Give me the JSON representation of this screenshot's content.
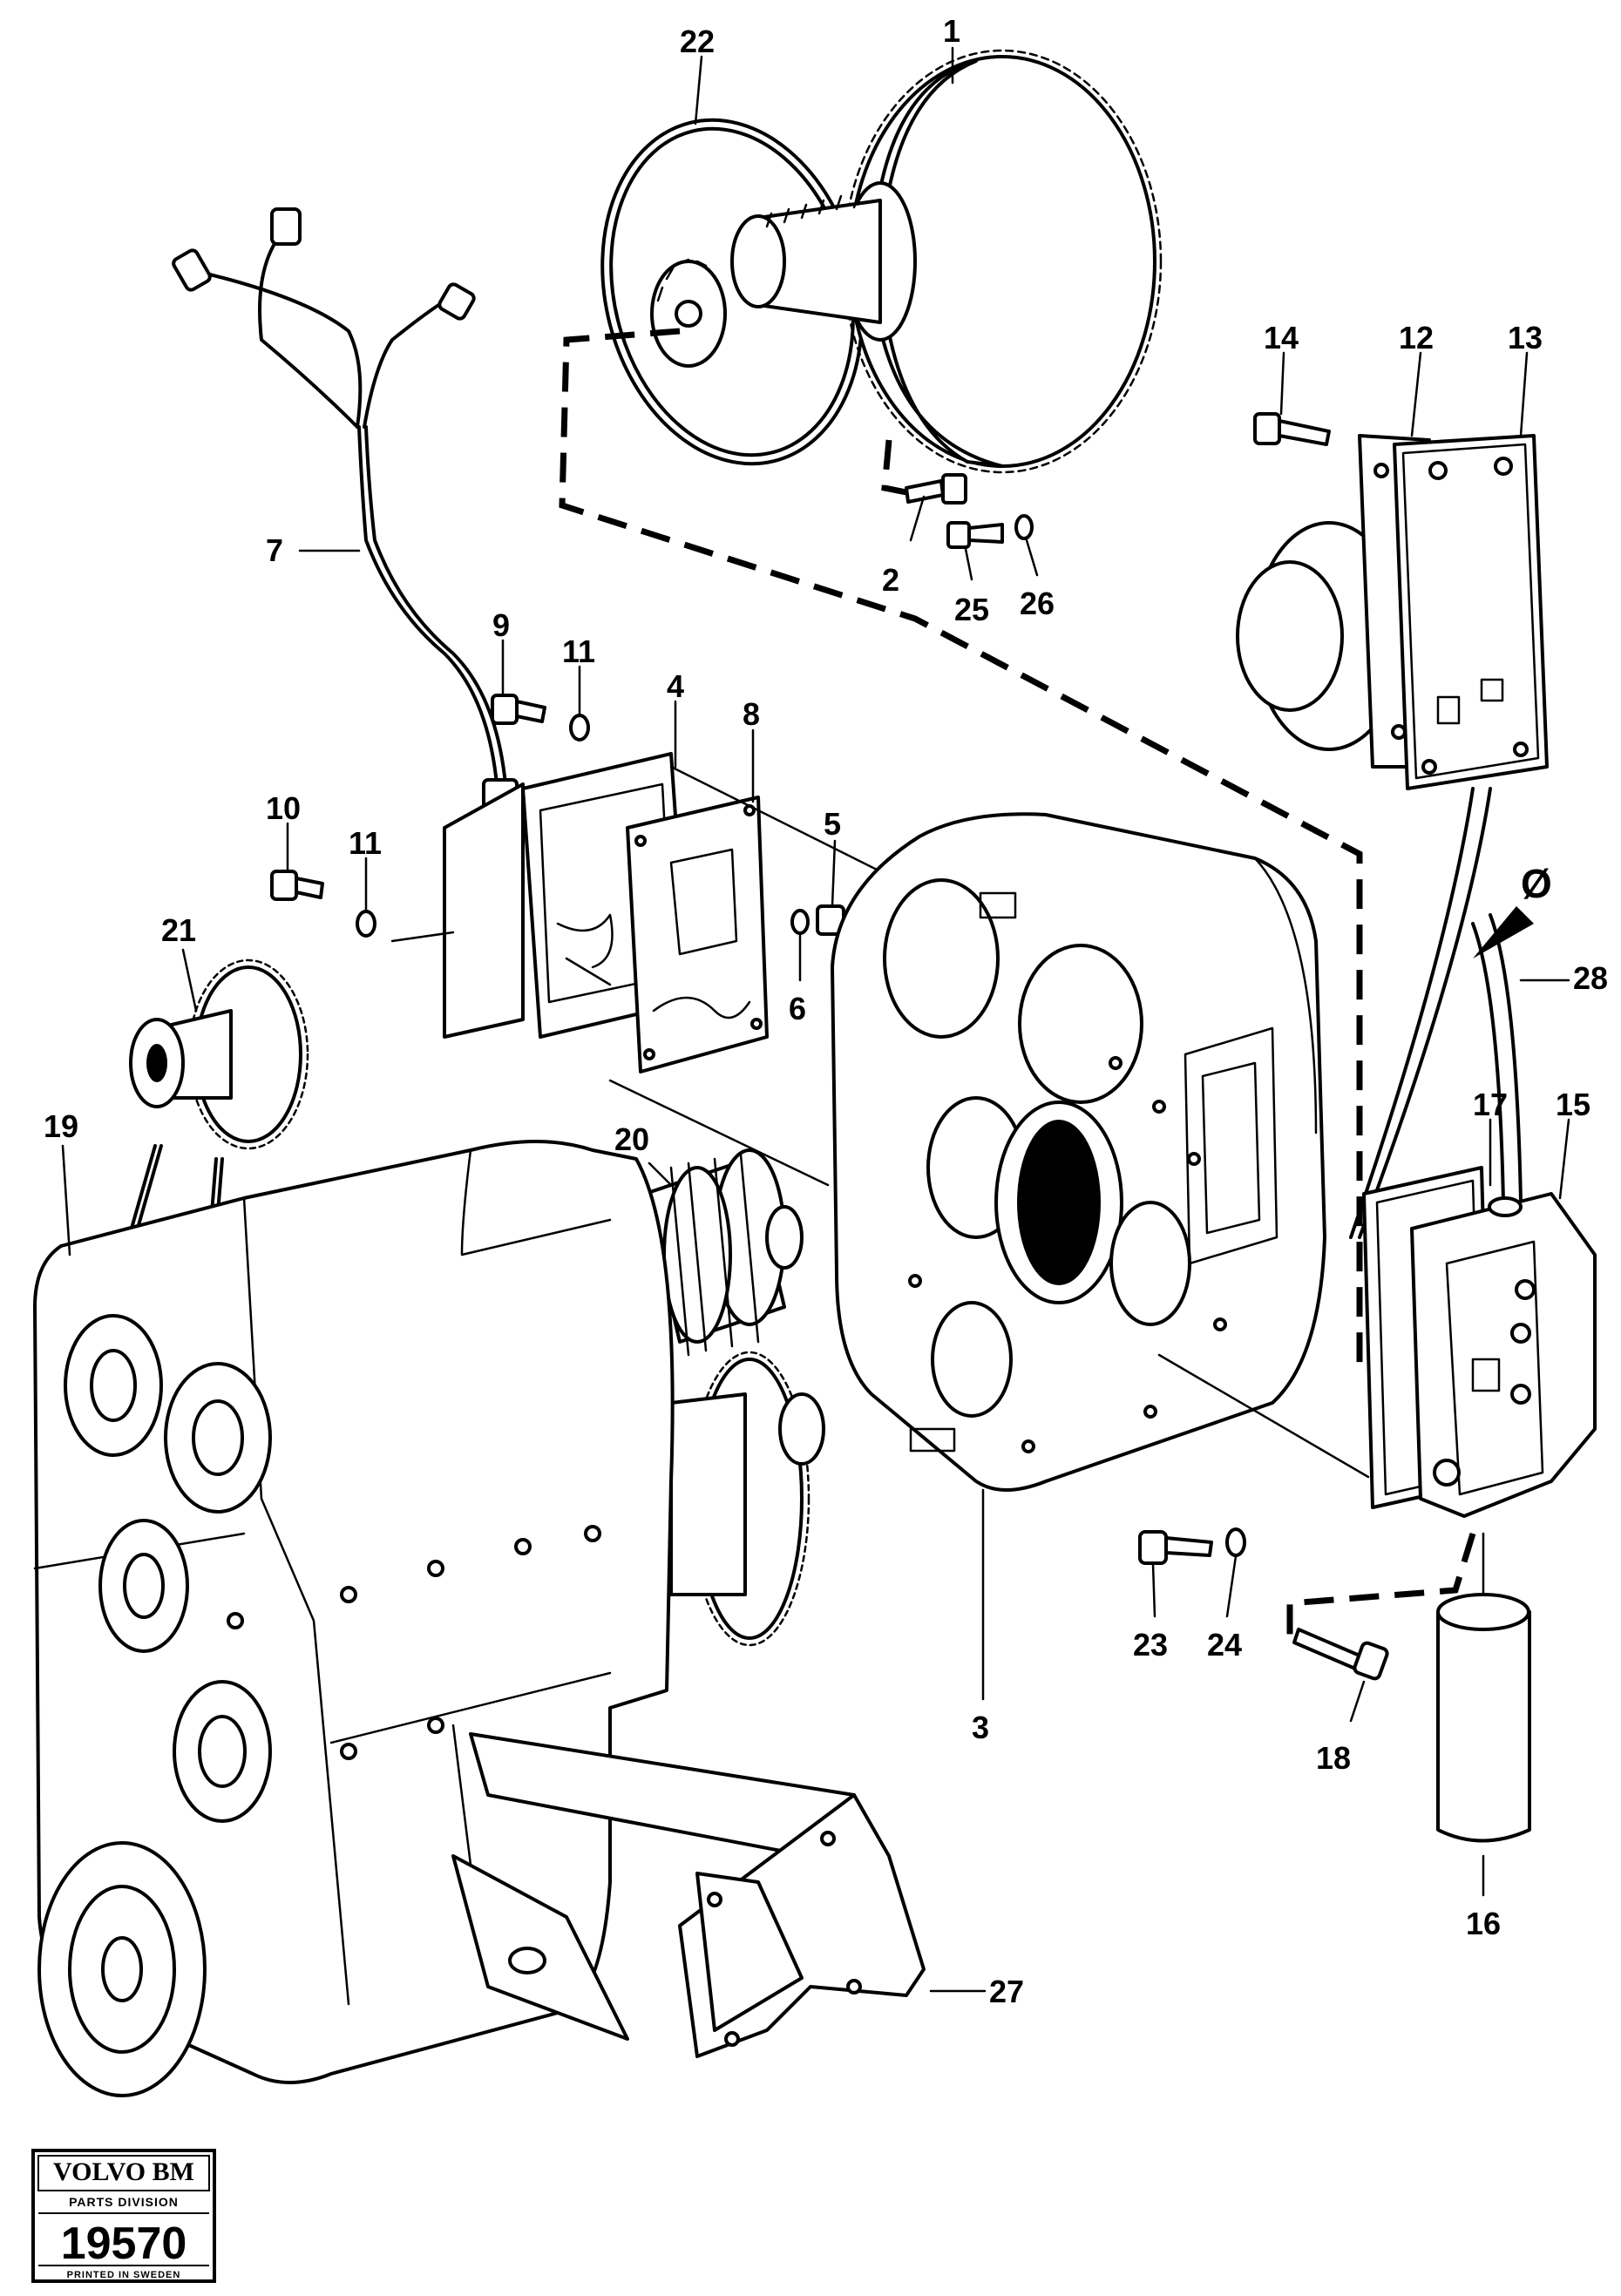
{
  "callouts": {
    "c1": "1",
    "c2": "2",
    "c3": "3",
    "c4": "4",
    "c5": "5",
    "c6": "6",
    "c7": "7",
    "c8": "8",
    "c9": "9",
    "c10": "10",
    "c11a": "11",
    "c11b": "11",
    "c12": "12",
    "c13": "13",
    "c14": "14",
    "c15": "15",
    "c16": "16",
    "c17": "17",
    "c18": "18",
    "c19": "19",
    "c20": "20",
    "c21": "21",
    "c22": "22",
    "c23": "23",
    "c24": "24",
    "c25": "25",
    "c26": "26",
    "c27": "27",
    "c28": "28"
  },
  "diameter_symbol": "Ø",
  "stamp": {
    "brand": "VOLVO BM",
    "division": "PARTS DIVISION",
    "number": "19570",
    "printed": "PRINTED IN SWEDEN"
  }
}
